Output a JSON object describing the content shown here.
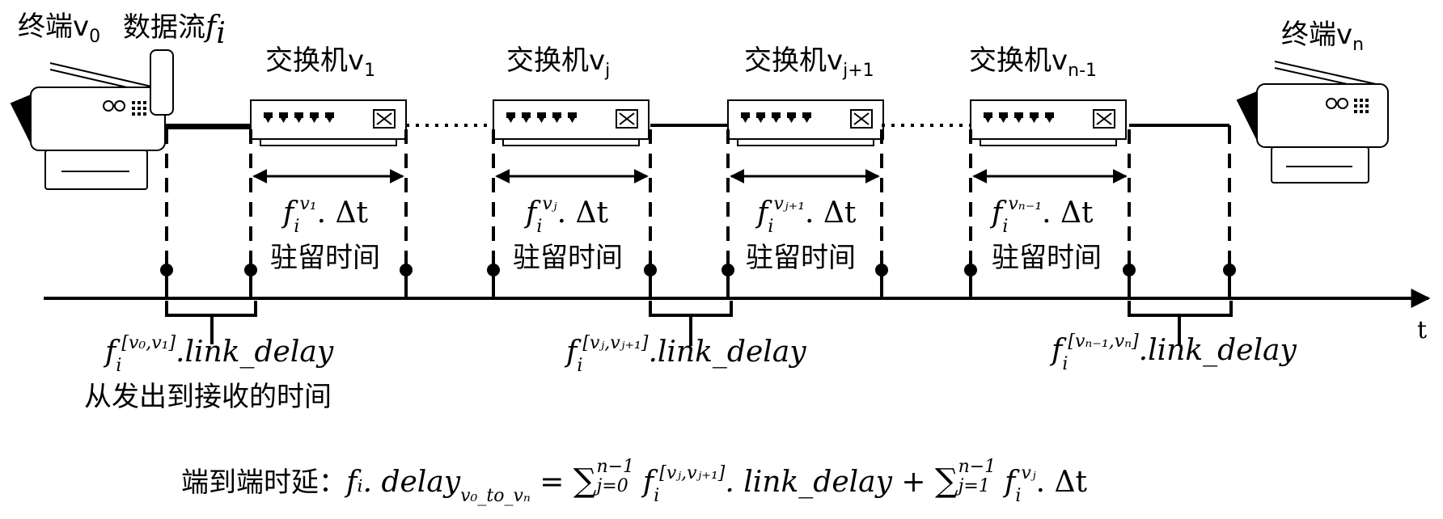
{
  "terminals": {
    "left_label": "终端v",
    "left_sub": "0",
    "right_label": "终端v",
    "right_sub": "n"
  },
  "dataflow": {
    "label": "数据流",
    "symbol": "f",
    "sub": "i"
  },
  "switches": [
    {
      "label": "交换机v",
      "sub": "1"
    },
    {
      "label": "交换机v",
      "sub": "j"
    },
    {
      "label": "交换机v",
      "sub": "j+1"
    },
    {
      "label": "交换机v",
      "sub": "n-1"
    }
  ],
  "dwell": {
    "caption": "驻留时间",
    "term": ". Δt",
    "items": [
      {
        "sup": "v₁"
      },
      {
        "sup": "vⱼ"
      },
      {
        "sup": "vⱼ₊₁"
      },
      {
        "sup": "vₙ₋₁"
      }
    ]
  },
  "links": {
    "term": ".link_delay",
    "items": [
      {
        "sup": "[v₀,v₁]"
      },
      {
        "sup": "[vⱼ,vⱼ₊₁]"
      },
      {
        "sup": "[vₙ₋₁,vₙ]"
      }
    ],
    "first_caption": "从发出到接收的时间"
  },
  "axis": {
    "label": "t"
  },
  "formula": {
    "prefix": "端到端时延：",
    "lhs": "fᵢ. delay",
    "lhs_sub": "v₀_to_vₙ",
    "eq": "=",
    "sum1_sup": "n−1",
    "sum1_sub": "j=0",
    "sum1_term_sup": "[vⱼ,vⱼ₊₁]",
    "sum1_term_rest": ". link_delay",
    "plus": "+",
    "sum2_sup": "n−1",
    "sum2_sub": "j=1",
    "sum2_term_sup": "vⱼ",
    "sum2_term_rest": ". Δt"
  }
}
